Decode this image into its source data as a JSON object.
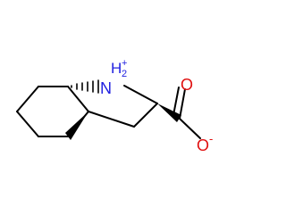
{
  "molecule": {
    "atoms": {
      "nitrogen": {
        "symbol": "N",
        "h_label": "H",
        "h_count": "2",
        "charge": "+",
        "color": "#1f1fe0"
      },
      "oxygen_double": {
        "symbol": "O",
        "color": "#e01010"
      },
      "oxygen_anion": {
        "symbol": "O",
        "charge": "-",
        "color": "#e01010"
      }
    },
    "bond_color": "#000000"
  }
}
